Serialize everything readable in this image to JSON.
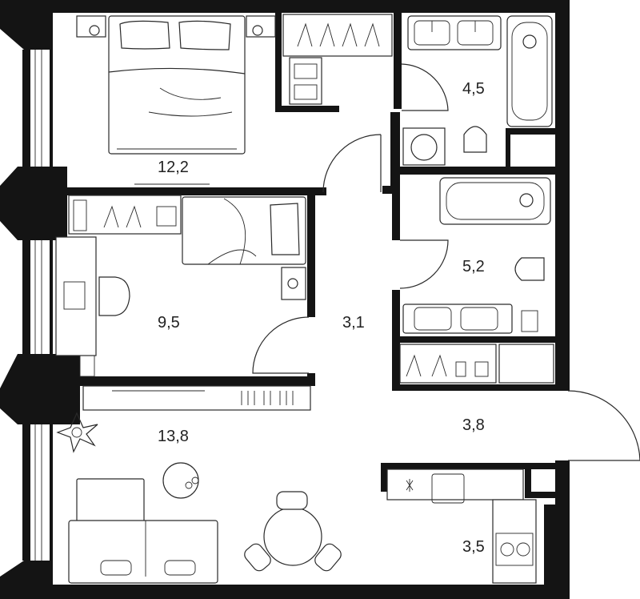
{
  "plan": {
    "rooms": [
      {
        "id": "bedroom-1",
        "area": "12,2"
      },
      {
        "id": "bathroom-1",
        "area": "4,5"
      },
      {
        "id": "bedroom-2",
        "area": "9,5"
      },
      {
        "id": "hallway",
        "area": "3,1"
      },
      {
        "id": "bathroom-2",
        "area": "5,2"
      },
      {
        "id": "living-room",
        "area": "13,8"
      },
      {
        "id": "entrance-hall",
        "area": "3,8"
      },
      {
        "id": "kitchen",
        "area": "3,5"
      }
    ],
    "icons": [
      "bed-icon",
      "wardrobe-icon",
      "bathtub-icon",
      "sink-icon",
      "toilet-icon",
      "washing-machine-icon",
      "desk-icon",
      "chair-icon",
      "sofa-icon",
      "dining-table-icon",
      "plant-icon",
      "stove-icon",
      "window-icon",
      "door-icon"
    ]
  }
}
